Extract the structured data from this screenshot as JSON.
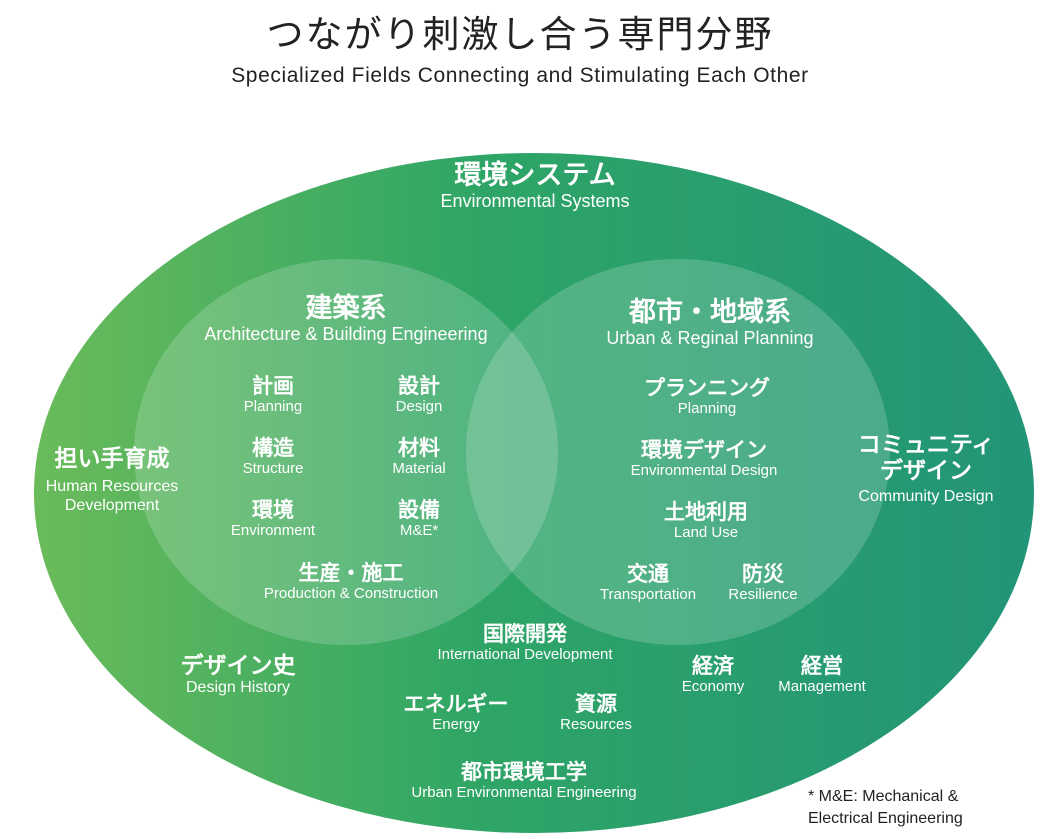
{
  "title": {
    "jp": "つながり刺激し合う専門分野",
    "en": "Specialized Fields Connecting and Stimulating Each Other"
  },
  "colors": {
    "outer_left": "#6abb5a",
    "outer_mid": "#2ea566",
    "outer_right": "#229478",
    "inner_circle": "#ffffff"
  },
  "outer": {
    "jp": "環境システム",
    "en": "Environmental Systems"
  },
  "architecture": {
    "jp": "建築系",
    "en": "Architecture & Building Engineering",
    "items": [
      {
        "jp": "計画",
        "en": "Planning"
      },
      {
        "jp": "設計",
        "en": "Design"
      },
      {
        "jp": "構造",
        "en": "Structure"
      },
      {
        "jp": "材料",
        "en": "Material"
      },
      {
        "jp": "環境",
        "en": "Environment"
      },
      {
        "jp": "設備",
        "en": "M&E*"
      },
      {
        "jp": "生産・施工",
        "en": "Production & Construction"
      }
    ]
  },
  "urban": {
    "jp": "都市・地域系",
    "en": "Urban &  Reginal Planning",
    "items": [
      {
        "jp": "プランニング",
        "en": "Planning"
      },
      {
        "jp": "環境デザイン",
        "en": "Environmental Design"
      },
      {
        "jp": "土地利用",
        "en": "Land Use"
      },
      {
        "jp": "交通",
        "en": "Transportation"
      },
      {
        "jp": "防災",
        "en": "Resilience"
      }
    ]
  },
  "outside": {
    "human": {
      "jp": "担い手育成",
      "en1": "Human Resources",
      "en2": "Development"
    },
    "community": {
      "jp1": "コミュニティ",
      "jp2": "デザイン",
      "en": "Community Design"
    },
    "intl": {
      "jp": "国際開発",
      "en": "International Development"
    },
    "history": {
      "jp": "デザイン史",
      "en": "Design History"
    },
    "economy": {
      "jp": "経済",
      "en": "Economy"
    },
    "management": {
      "jp": "経営",
      "en": "Management"
    },
    "energy": {
      "jp": "エネルギー",
      "en": "Energy"
    },
    "resources": {
      "jp": "資源",
      "en": "Resources"
    },
    "urban_env": {
      "jp": "都市環境工学",
      "en": "Urban Environmental Engineering"
    }
  },
  "note": {
    "line1": "* M&E: Mechanical &",
    "line2": "Electrical Engineering"
  }
}
